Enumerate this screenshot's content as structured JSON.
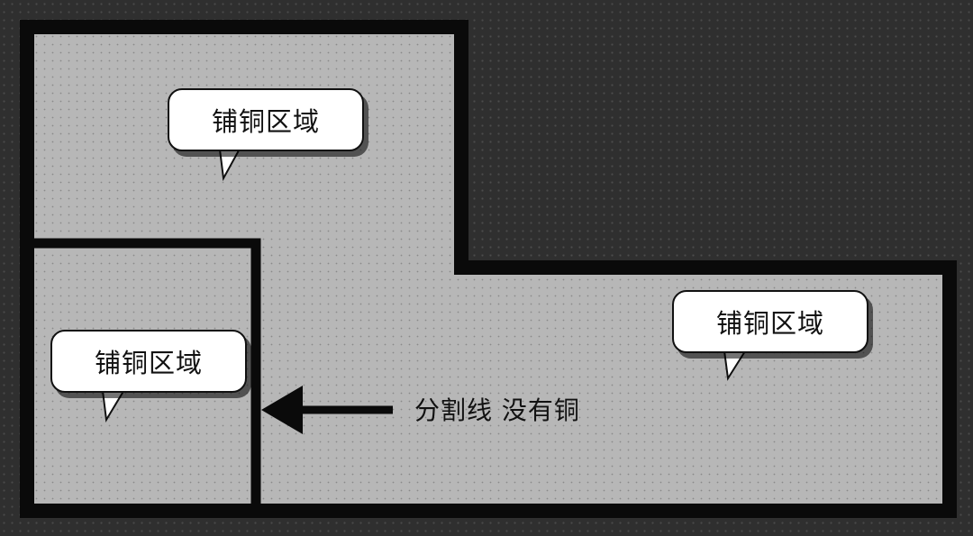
{
  "diagram": {
    "callout_top": "铺铜区域",
    "callout_left": "铺铜区域",
    "callout_right": "铺铜区域",
    "arrow_label": "分割线 没有铜"
  },
  "colors": {
    "background": "#2f2f2f",
    "copper_fill": "#b7b7b7",
    "outline": "#0a0a0a",
    "callout_fill": "#ffffff",
    "text": "#111111"
  }
}
